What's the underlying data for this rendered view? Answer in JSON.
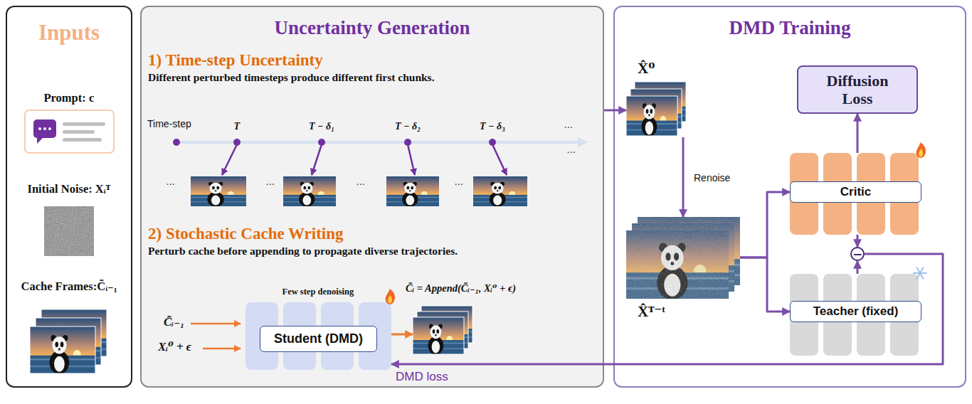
{
  "diagram": {
    "nodes": [
      {
        "text": [
          "Inputs"
        ]
      },
      {
        "text": [
          "Uncertainty Generation"
        ]
      },
      {
        "text": [
          "DMD Training"
        ]
      },
      {
        "text": [
          "Student (DMD)"
        ],
        "in": 1
      },
      {
        "text": [
          "C̃ᵢ = Append(C̃ᵢ₋₁, Xᵢ⁰ + ϵ)"
        ],
        "in": 1
      },
      {
        "text": [
          "X̂⁰"
        ],
        "in": 2
      },
      {
        "text": [
          "X̂ᵀ⁻ᵗ"
        ],
        "in": 2
      },
      {
        "text": [
          "Diffusion Loss"
        ],
        "in": 2
      },
      {
        "text": [
          "Critic"
        ],
        "in": 2
      },
      {
        "text": [
          "Teacher (fixed)"
        ],
        "in": 2
      },
      {
        "text": [
          "−"
        ],
        "in": 2
      }
    ],
    "edges": [
      {
        "from": 1,
        "to": 5,
        "arrow": "to"
      },
      {
        "from": 5,
        "to": 6,
        "label": "Renoise",
        "arrow": "to"
      },
      {
        "from": 6,
        "to": 8,
        "arrow": "to"
      },
      {
        "from": 6,
        "to": 9,
        "arrow": "to"
      },
      {
        "from": 8,
        "to": 7,
        "arrow": "to"
      },
      {
        "from": 8,
        "to": 10,
        "arrow": "to"
      },
      {
        "from": 9,
        "to": 10,
        "arrow": "to"
      },
      {
        "from": 10,
        "to": 3,
        "label": "DMD loss",
        "arrow": "to"
      },
      {
        "from": 3,
        "to": 4,
        "arrow": "to"
      }
    ],
    "labels": [
      "Prompt: c",
      "Initial Noise: Xᵢᵀ",
      "Cache Frames:C̃ᵢ₋₁",
      "1) Time-step Uncertainty",
      "Different perturbed timesteps produce different first chunks.",
      "Time-step",
      "T",
      "T − δ₁",
      "T − δ₂",
      "T − δ₃",
      "...",
      "...",
      "...",
      "...",
      "...",
      "...",
      "2) Stochastic Cache Writing",
      "Perturb cache before appending to propagate diverse trajectories.",
      "Few step denoising",
      "C̃ᵢ₋₁",
      "Xᵢ⁰ + ϵ"
    ]
  }
}
